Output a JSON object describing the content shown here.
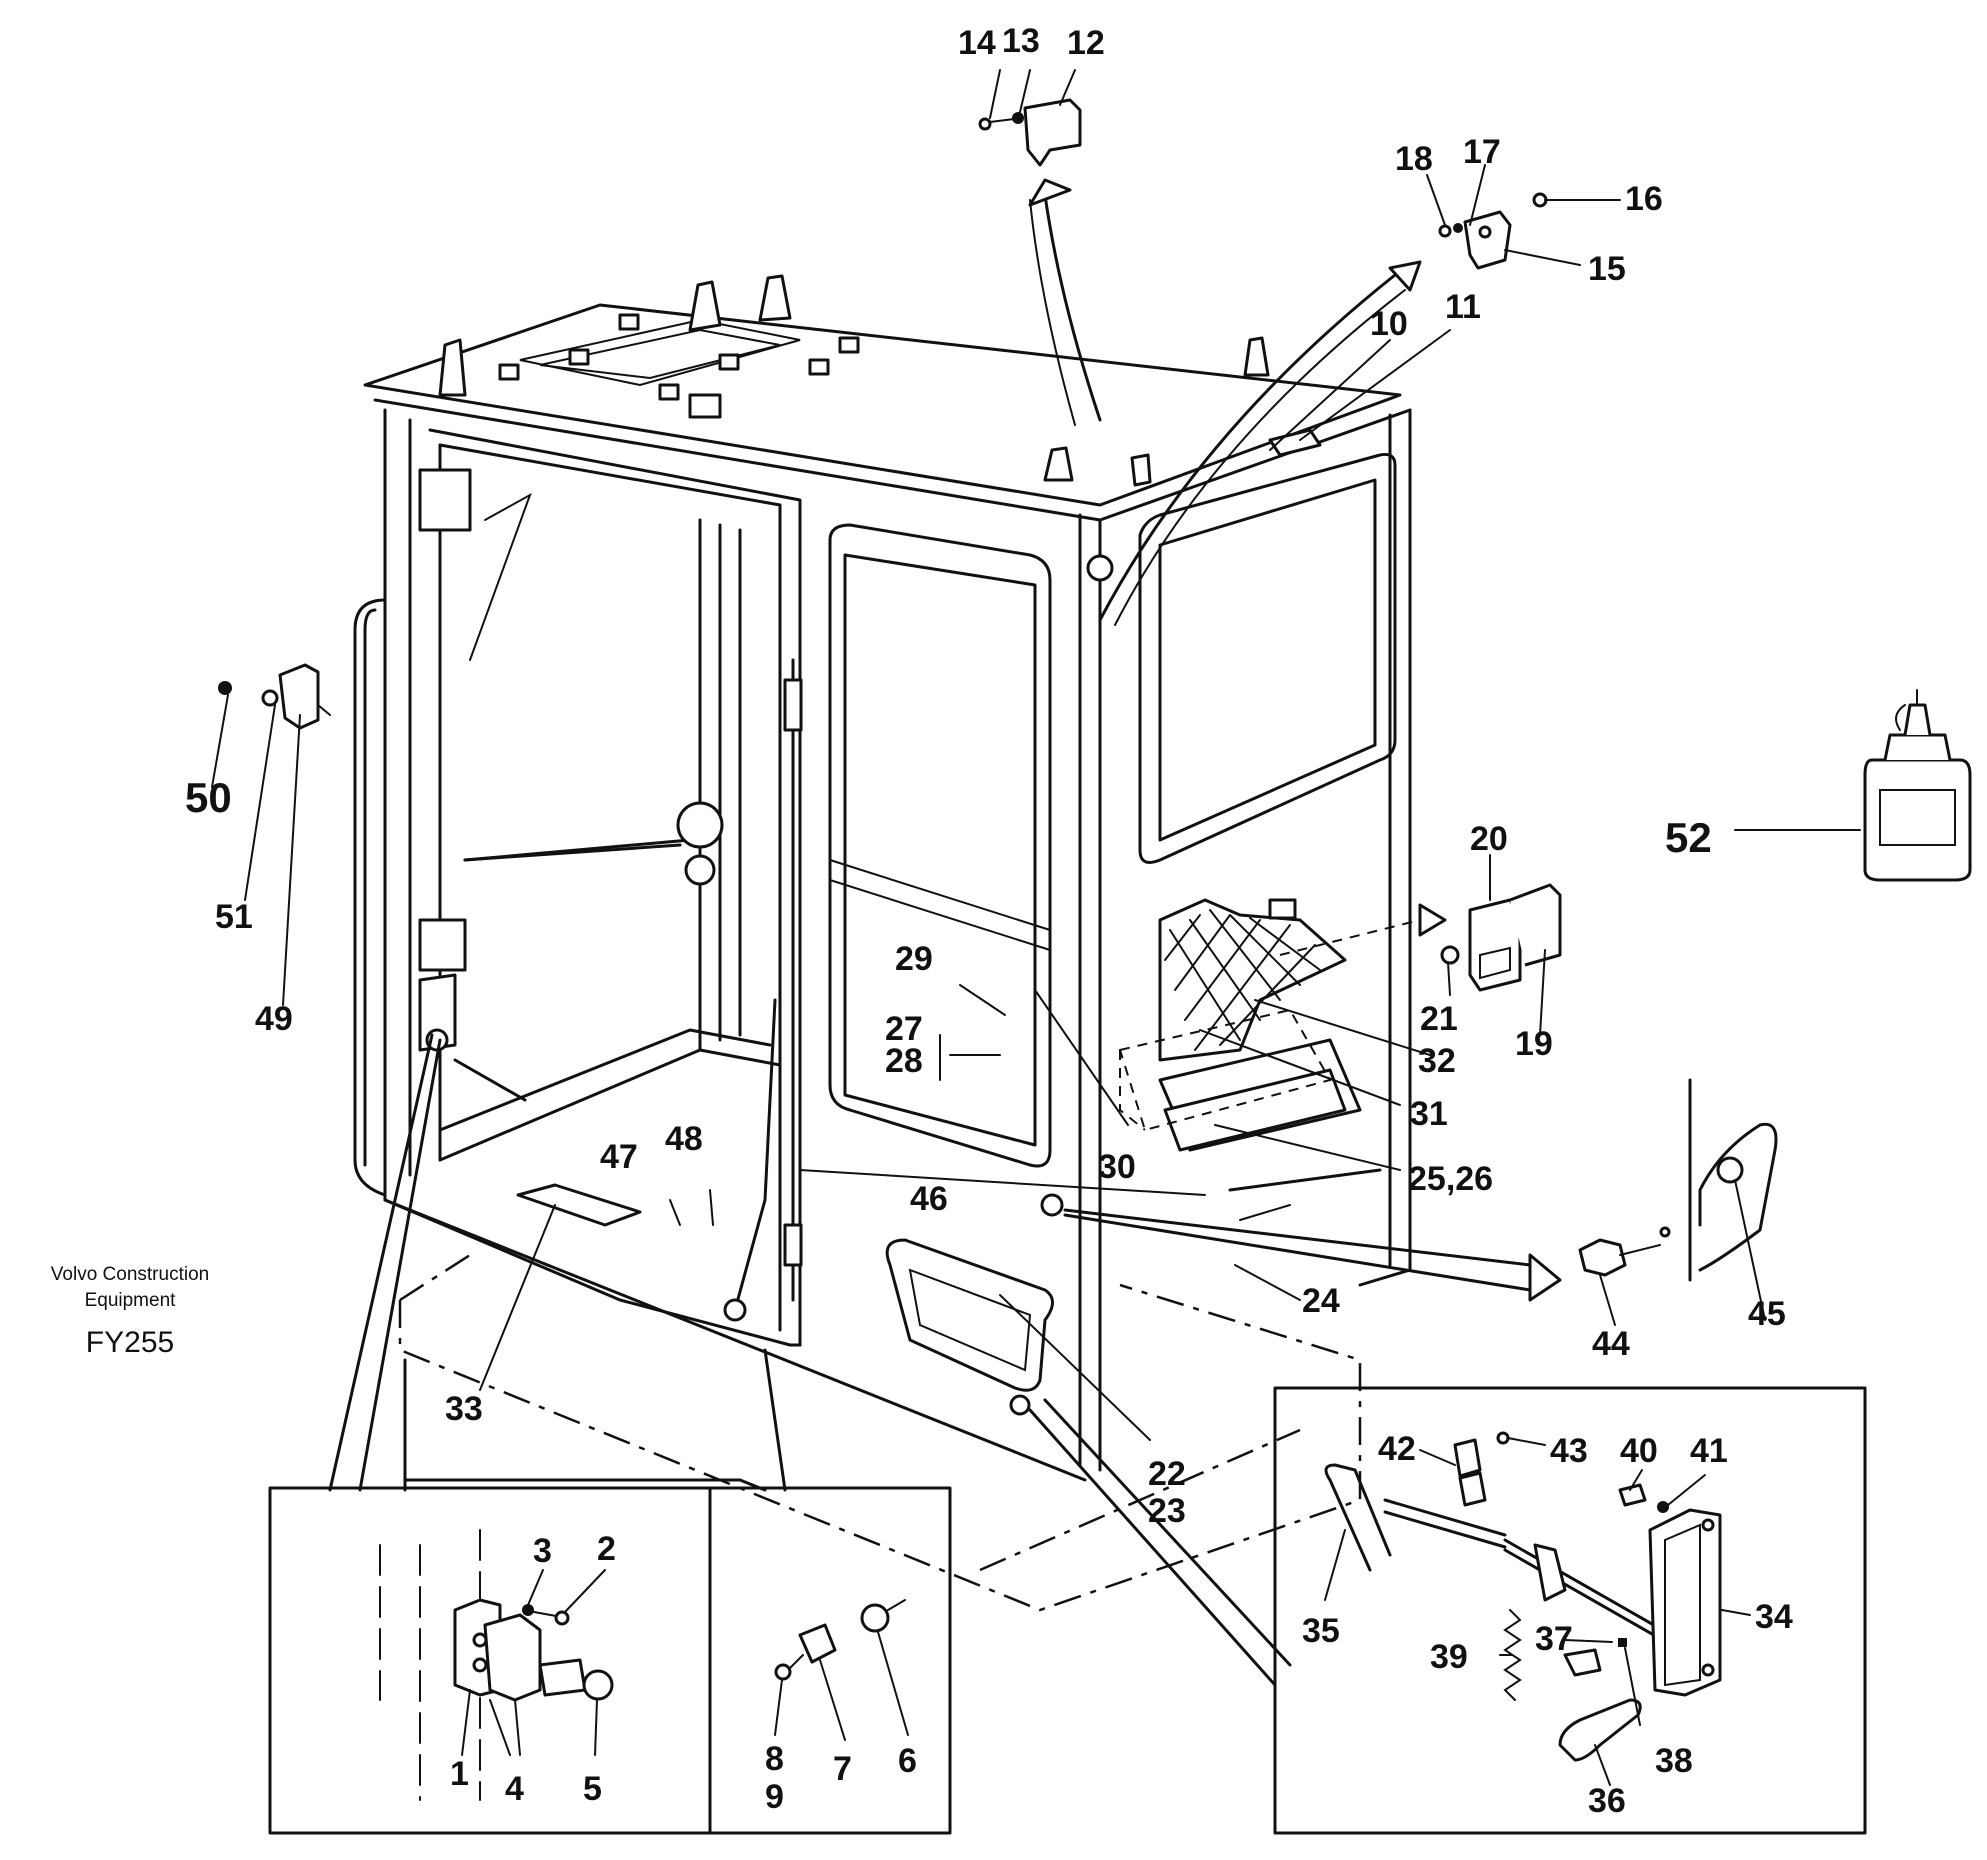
{
  "caption": {
    "company_line1": "Volvo Construction",
    "company_line2": "Equipment",
    "code": "FY255"
  },
  "labels": {
    "l1": "1",
    "l2": "2",
    "l3": "3",
    "l4": "4",
    "l5": "5",
    "l6": "6",
    "l7": "7",
    "l8": "8",
    "l9": "9",
    "l10": "10",
    "l11": "11",
    "l12": "12",
    "l13": "13",
    "l14": "14",
    "l15": "15",
    "l16": "16",
    "l17": "17",
    "l18": "18",
    "l19": "19",
    "l20": "20",
    "l21": "21",
    "l22": "22",
    "l23": "23",
    "l24": "24",
    "l25_26": "25,26",
    "l27": "27",
    "l28": "28",
    "l29": "29",
    "l30": "30",
    "l31": "31",
    "l32": "32",
    "l33": "33",
    "l34": "34",
    "l35": "35",
    "l36": "36",
    "l37": "37",
    "l38": "38",
    "l39": "39",
    "l40": "40",
    "l41": "41",
    "l42": "42",
    "l43": "43",
    "l44": "44",
    "l45": "45",
    "l46": "46",
    "l47": "47",
    "l48": "48",
    "l49": "49",
    "l50": "50",
    "l51": "51",
    "l52": "52"
  }
}
